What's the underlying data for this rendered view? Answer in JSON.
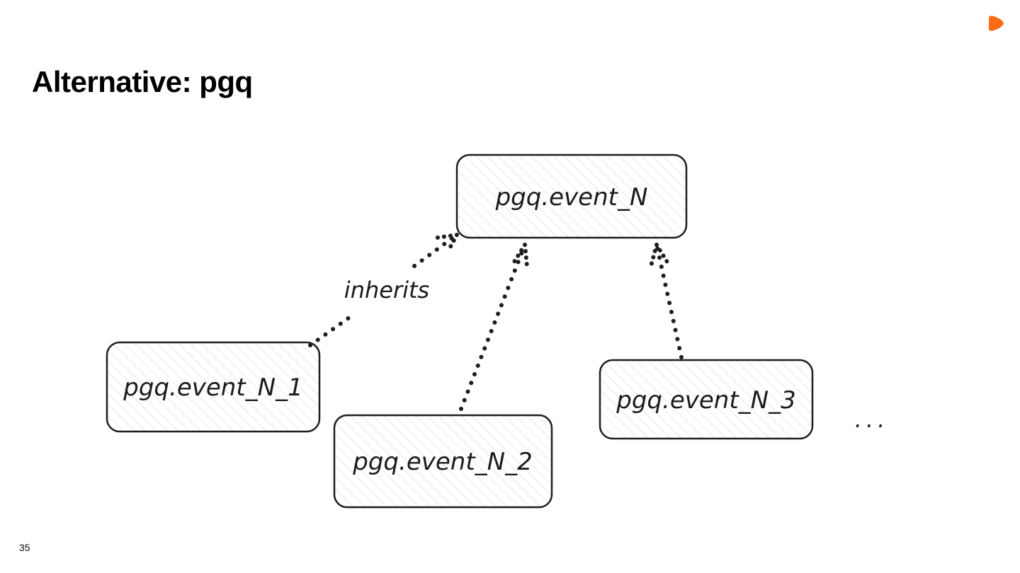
{
  "slide": {
    "title": "Alternative: pgq",
    "page_number": "35",
    "brand_color": "#ff6a13",
    "logo_icon": "orange-play-icon"
  },
  "diagram": {
    "nodes": [
      {
        "id": "parent",
        "label": "pgq.event_N"
      },
      {
        "id": "child1",
        "label": "pgq.event_N_1"
      },
      {
        "id": "child2",
        "label": "pgq.event_N_2"
      },
      {
        "id": "child3",
        "label": "pgq.event_N_3"
      }
    ],
    "edges": [
      {
        "from": "child1",
        "to": "parent",
        "label": "inherits",
        "style": "dotted-arrow"
      },
      {
        "from": "child2",
        "to": "parent",
        "label": "",
        "style": "dotted-arrow"
      },
      {
        "from": "child3",
        "to": "parent",
        "label": "",
        "style": "dotted-arrow"
      }
    ],
    "ellipsis": "..."
  }
}
